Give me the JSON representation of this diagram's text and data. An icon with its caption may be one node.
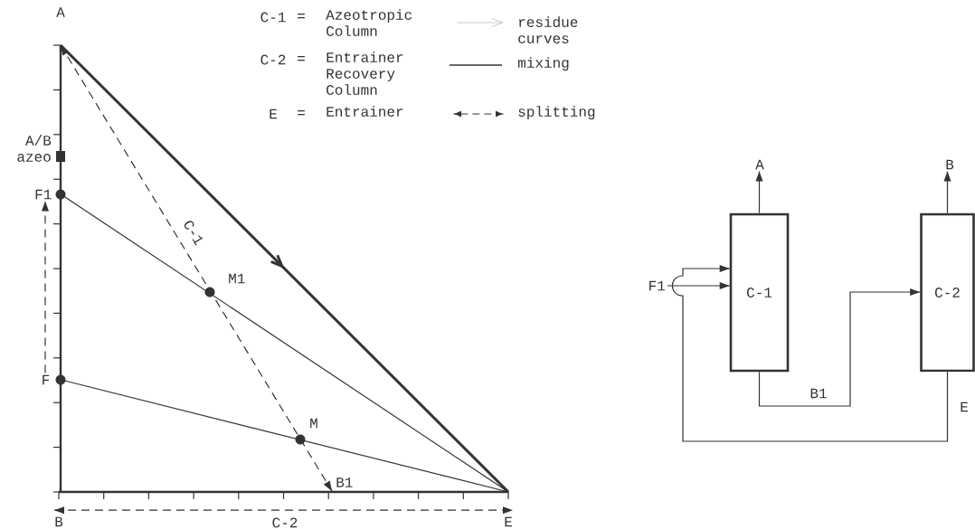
{
  "diagram": {
    "nodes": [
      {
        "text": [
          "A"
        ]
      },
      {
        "text": [
          "F1"
        ]
      },
      {
        "text": [
          "M1"
        ]
      },
      {
        "text": [
          "F"
        ]
      },
      {
        "text": [
          "M"
        ]
      },
      {
        "text": [
          "B1"
        ]
      },
      {
        "text": [
          "B"
        ]
      },
      {
        "text": [
          "E"
        ]
      },
      {
        "text": [
          "A"
        ]
      },
      {
        "text": [
          "B"
        ]
      },
      {
        "text": [
          "F1"
        ]
      },
      {
        "text": [
          "C-1"
        ]
      },
      {
        "text": [
          "C-2"
        ]
      }
    ],
    "edges": [
      {
        "from": 0,
        "to": 7,
        "arrow": "to",
        "style": "thick"
      },
      {
        "from": 1,
        "to": 7,
        "arrow": "none"
      },
      {
        "from": 3,
        "to": 7,
        "arrow": "none"
      },
      {
        "from": 0,
        "to": 5,
        "arrow": "both",
        "style": "dashed",
        "label": "C-1"
      },
      {
        "from": 6,
        "to": 7,
        "arrow": "both",
        "style": "dashed",
        "label": "C-2"
      },
      {
        "from": 3,
        "to": 1,
        "arrow": "to",
        "style": "dashed"
      },
      {
        "from": 11,
        "to": 8,
        "arrow": "to"
      },
      {
        "from": 12,
        "to": 9,
        "arrow": "to"
      },
      {
        "from": 10,
        "to": 11,
        "arrow": "to"
      },
      {
        "from": 11,
        "to": 12,
        "arrow": "to",
        "label": "B1"
      },
      {
        "from": 12,
        "to": 11,
        "arrow": "to",
        "label": "E"
      }
    ],
    "labels": [
      "C-1",
      "=",
      "Azeotropic Column",
      "C-2",
      "=",
      "Entrainer Recovery Column",
      "E",
      "=",
      "Entrainer",
      "A/B azeo"
    ],
    "legend": [
      {
        "text": "residue curves"
      },
      {
        "text": "mixing"
      },
      {
        "text": "splitting"
      }
    ]
  }
}
